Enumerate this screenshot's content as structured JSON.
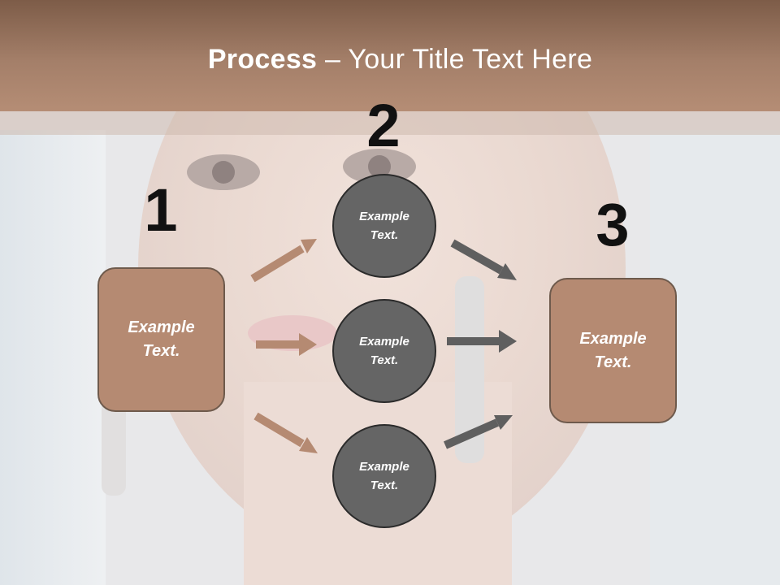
{
  "title": {
    "bold": "Process",
    "rest": " – Your Title Text Here"
  },
  "numbers": [
    "1",
    "2",
    "3"
  ],
  "step1": {
    "line1": "Example",
    "line2": "Text."
  },
  "circles": [
    {
      "line1": "Example",
      "line2": "Text."
    },
    {
      "line1": "Example",
      "line2": "Text."
    },
    {
      "line1": "Example",
      "line2": "Text."
    }
  ],
  "step3": {
    "line1": "Example",
    "line2": "Text."
  },
  "colors": {
    "header": "#a47f69",
    "box_fill": "#b58a72",
    "circle_fill": "#656565",
    "arrow_brown": "#b58a72",
    "arrow_gray": "#5f5f5f"
  }
}
